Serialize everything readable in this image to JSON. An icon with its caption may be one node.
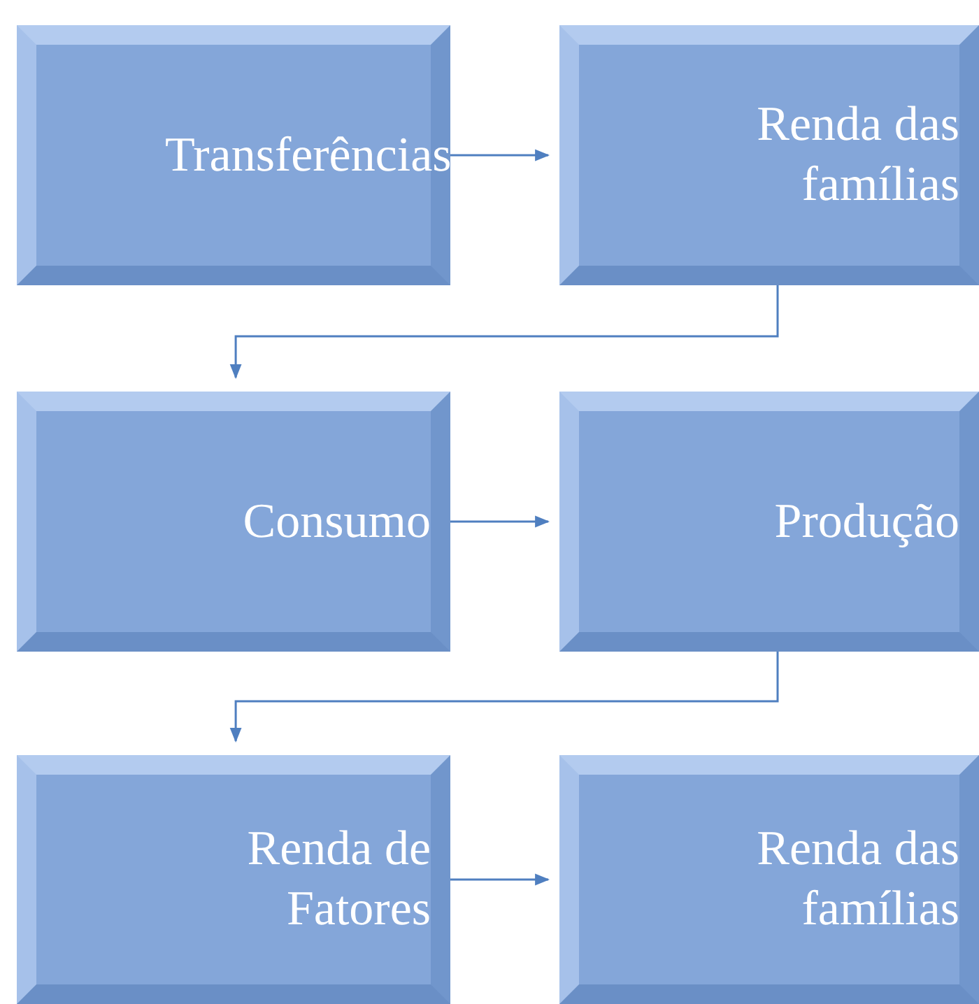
{
  "diagram": {
    "nodes": [
      {
        "text": [
          "Transferências"
        ]
      },
      {
        "text": [
          "Renda das famílias"
        ]
      },
      {
        "text": [
          "Consumo"
        ]
      },
      {
        "text": [
          "Produção"
        ]
      },
      {
        "text": [
          "Renda de Fatores"
        ]
      },
      {
        "text": [
          "Renda das famílias"
        ]
      }
    ],
    "edges": [
      {
        "from": 0,
        "to": 1,
        "arrow": "to"
      },
      {
        "from": 1,
        "to": 2,
        "arrow": "to"
      },
      {
        "from": 2,
        "to": 3,
        "arrow": "to"
      },
      {
        "from": 3,
        "to": 4,
        "arrow": "to"
      },
      {
        "from": 4,
        "to": 5,
        "arrow": "to"
      }
    ]
  }
}
